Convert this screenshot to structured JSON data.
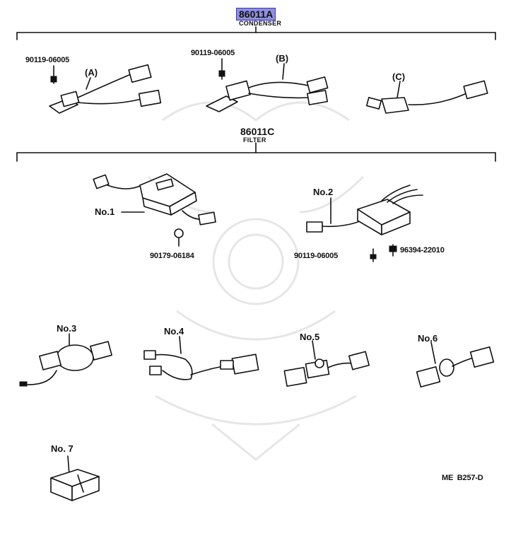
{
  "groups": [
    {
      "part_number": "86011A",
      "name": "CONDENSER"
    },
    {
      "part_number": "86011C",
      "name": "FILTER"
    }
  ],
  "condenser_variants": [
    {
      "label": "(A)",
      "bolt": "90119-06005"
    },
    {
      "label": "(B)",
      "bolt": "90119-06005"
    },
    {
      "label": "(C)"
    }
  ],
  "filters": [
    {
      "label": "No.1",
      "bolt": "90179-06184"
    },
    {
      "label": "No.2",
      "bolts": [
        "90119-06005",
        "96394-22010"
      ]
    },
    {
      "label": "No.3"
    },
    {
      "label": "No.4"
    },
    {
      "label": "No.5"
    },
    {
      "label": "No.6"
    },
    {
      "label": "No. 7"
    }
  ],
  "diagram_code": "ME  B257-D",
  "colors": {
    "highlight": "#8f8fdc",
    "highlight_border": "#3a3aa8",
    "ink": "#111111",
    "watermark": "#e6e6e6"
  }
}
